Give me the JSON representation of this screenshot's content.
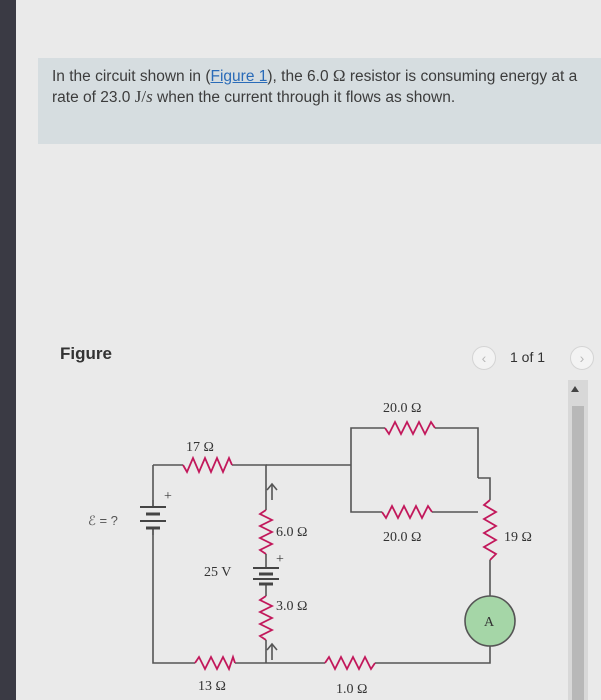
{
  "problem": {
    "text_before_link": "In the circuit shown in (",
    "link_label": "Figure 1",
    "text_after_link": "), the 6.0 ",
    "omega_symbol": "Ω",
    "text_mid": " resistor is consuming energy at a rate of 23.0 ",
    "unit_j": "J",
    "unit_slash": "/",
    "unit_s": "s",
    "text_end": " when the current through it flows as shown."
  },
  "figure": {
    "heading": "Figure",
    "page_indicator": "1 of 1",
    "prev_symbol": "‹",
    "next_symbol": "›"
  },
  "circuit": {
    "labels": {
      "r_top_parallel": "20.0 Ω",
      "r_17": "17 Ω",
      "emf_unknown": "ℰ = ?",
      "r_6": "6.0 Ω",
      "r_bottom_parallel": "20.0 Ω",
      "r_19": "19 Ω",
      "emf_25": "25 V",
      "r_3": "3.0 Ω",
      "r_13": "13 Ω",
      "r_1": "1.0 Ω",
      "ammeter": "A",
      "plus_sign": "+"
    }
  },
  "colors": {
    "resistor": "#c2185b",
    "wire": "#555555",
    "ammeter_fill": "#a5d6a7",
    "link": "#2a6bb8"
  }
}
